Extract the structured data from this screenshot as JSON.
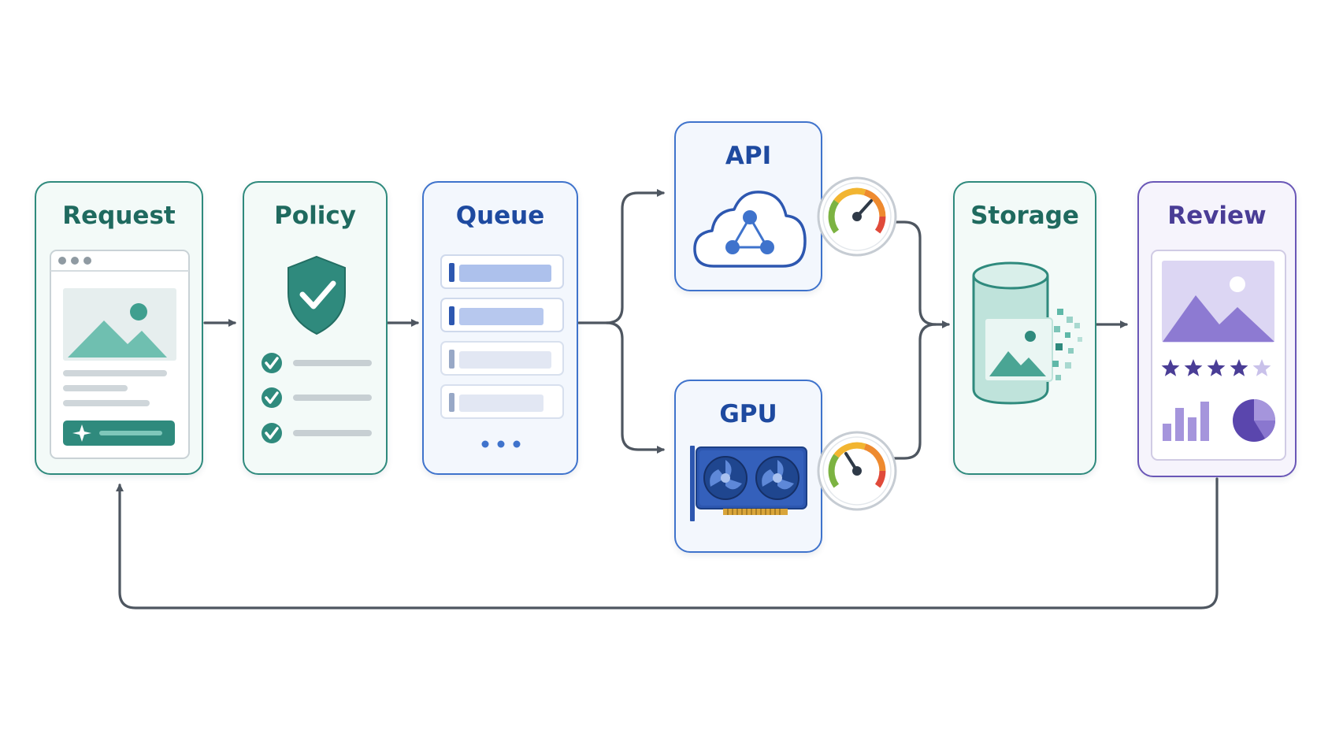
{
  "colors": {
    "teal": "#2f8a7d",
    "blue": "#3f73cc",
    "purple": "#6a57b7",
    "connector": "#4e5660"
  },
  "stages": {
    "request": {
      "title": "Request",
      "icon": "browser-window-icon"
    },
    "policy": {
      "title": "Policy",
      "icon": "shield-check-icon"
    },
    "queue": {
      "title": "Queue",
      "icon": "queue-list-icon"
    },
    "api": {
      "title": "API",
      "icon": "cloud-network-icon"
    },
    "gpu": {
      "title": "GPU",
      "icon": "graphics-card-icon"
    },
    "storage": {
      "title": "Storage",
      "icon": "database-icon"
    },
    "review": {
      "title": "Review",
      "icon": "review-dashboard-icon"
    }
  },
  "review_rating": {
    "filled_stars": 4,
    "total_stars": 5
  }
}
